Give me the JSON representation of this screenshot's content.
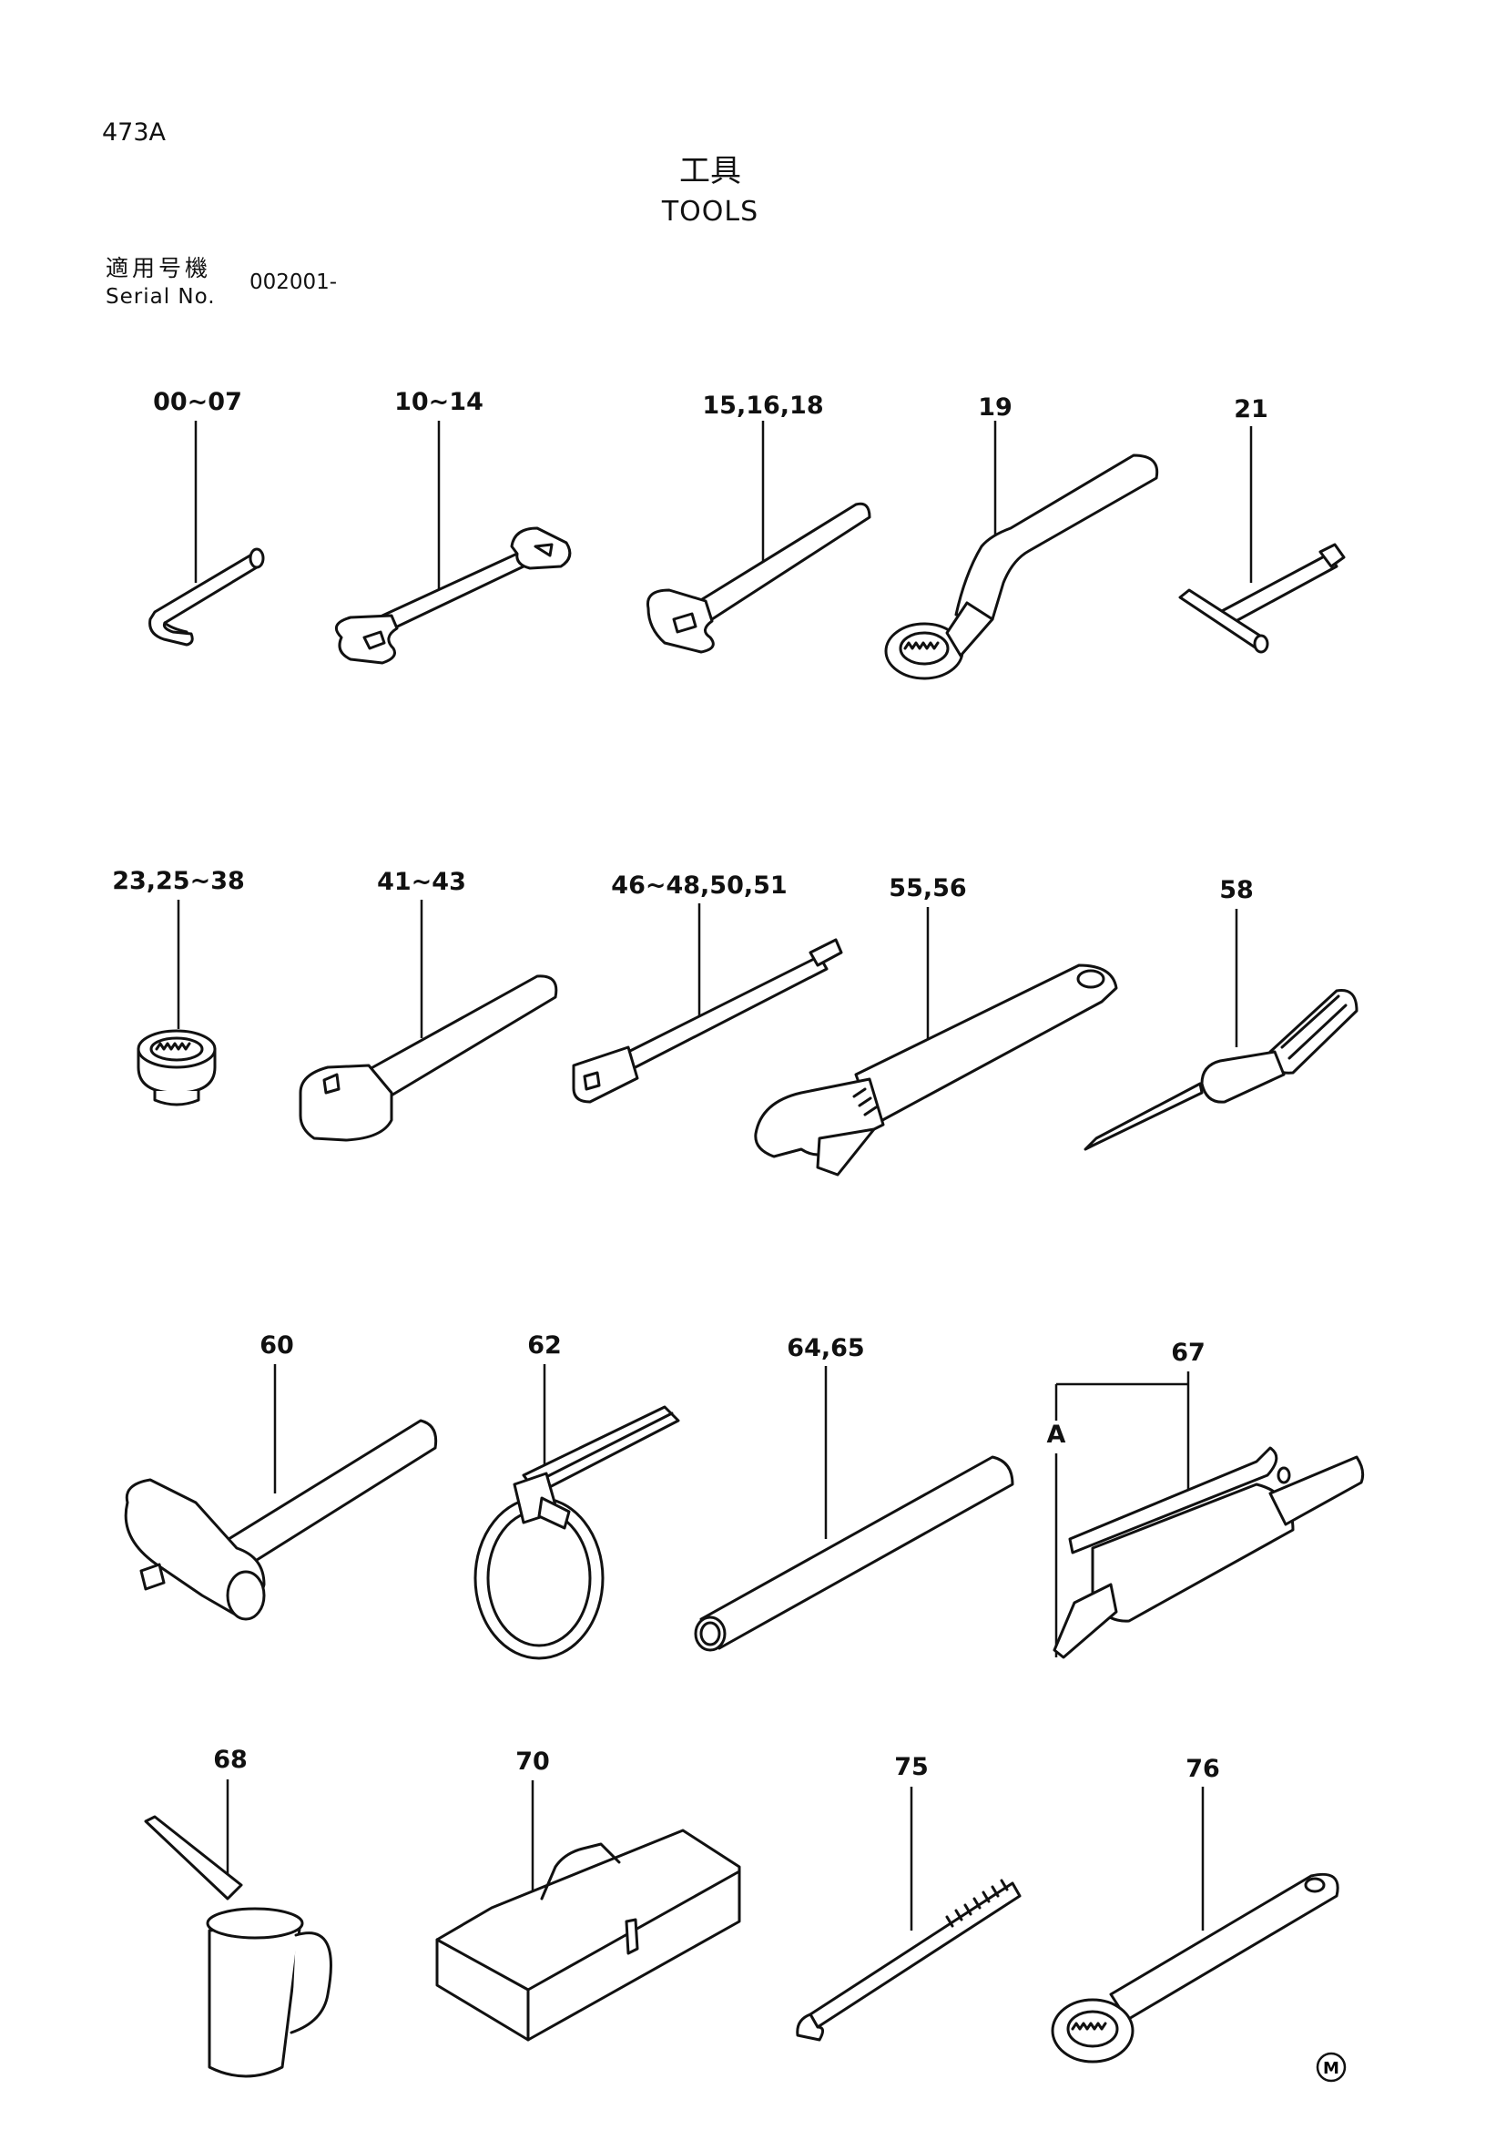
{
  "page": {
    "code": "473A",
    "title_jp": "工具",
    "title_en": "TOOLS",
    "serial_label_jp": "適用号機",
    "serial_label_en": "Serial No.",
    "serial_value": "002001-"
  },
  "callouts": [
    {
      "id": "00-07",
      "label": "00~07"
    },
    {
      "id": "10-14",
      "label": "10~14"
    },
    {
      "id": "15-16-18",
      "label": "15,16,18"
    },
    {
      "id": "19",
      "label": "19"
    },
    {
      "id": "21",
      "label": "21"
    },
    {
      "id": "23-25-38",
      "label": "23,25~38"
    },
    {
      "id": "41-43",
      "label": "41~43"
    },
    {
      "id": "46-48-50-51",
      "label": "46~48,50,51"
    },
    {
      "id": "55-56",
      "label": "55,56"
    },
    {
      "id": "58",
      "label": "58"
    },
    {
      "id": "60",
      "label": "60"
    },
    {
      "id": "62",
      "label": "62"
    },
    {
      "id": "64-65",
      "label": "64,65"
    },
    {
      "id": "67",
      "label": "67"
    },
    {
      "id": "67-A",
      "label": "A"
    },
    {
      "id": "68",
      "label": "68"
    },
    {
      "id": "70",
      "label": "70"
    },
    {
      "id": "75",
      "label": "75"
    },
    {
      "id": "76",
      "label": "76"
    }
  ],
  "icons": [
    "hex-key-icon",
    "open-end-wrench-icon",
    "single-open-wrench-icon",
    "offset-ring-wrench-icon",
    "t-handle-wrench-icon",
    "socket-icon",
    "ratchet-handle-icon",
    "extension-bar-icon",
    "adjustable-wrench-icon",
    "screwdriver-icon",
    "hammer-icon",
    "filter-wrench-icon",
    "pipe-icon",
    "grease-gun-icon",
    "oil-can-icon",
    "tool-box-icon",
    "hook-tool-icon",
    "ring-wrench-icon",
    "manufacturer-mark-icon"
  ],
  "manufacturer_mark": "M"
}
